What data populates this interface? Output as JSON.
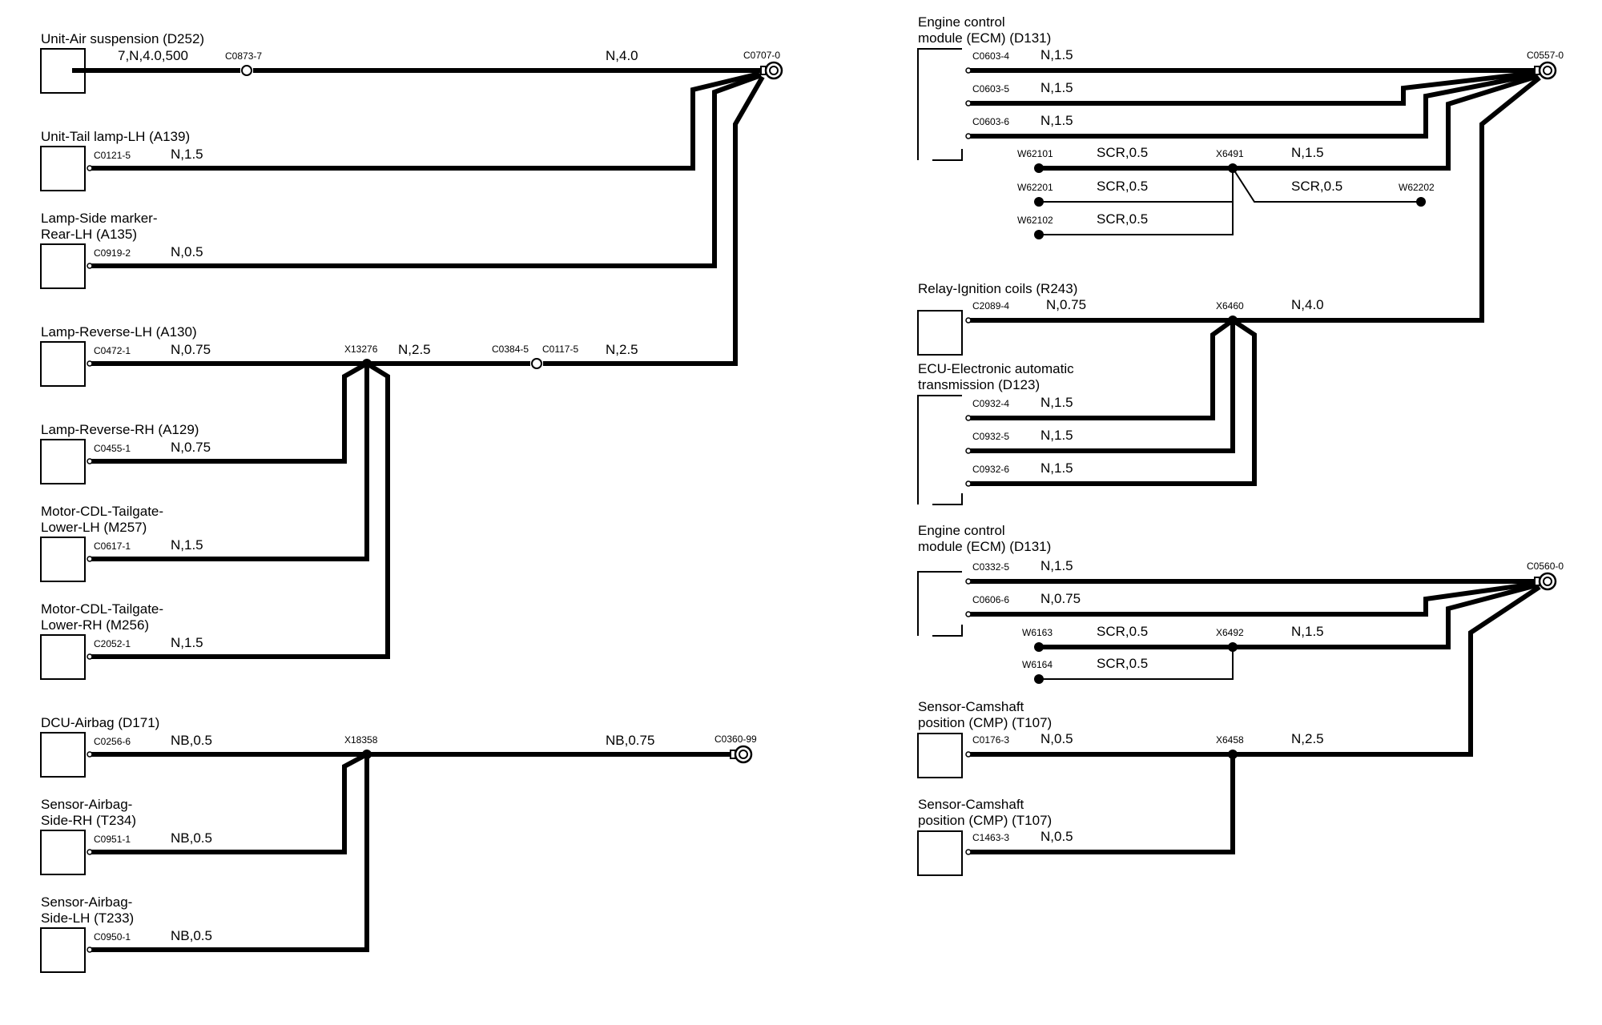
{
  "left": {
    "components": [
      {
        "name": [
          "Unit-Air suspension (D252)"
        ],
        "pin": "",
        "wire": "7,N,4.0,500"
      },
      {
        "name": [
          "Unit-Tail lamp-LH (A139)"
        ],
        "pin": "C0121-5",
        "wire": "N,1.5"
      },
      {
        "name": [
          "Lamp-Side marker-",
          "Rear-LH (A135)"
        ],
        "pin": "C0919-2",
        "wire": "N,0.5"
      },
      {
        "name": [
          "Lamp-Reverse-LH (A130)"
        ],
        "pin": "C0472-1",
        "wire": "N,0.75"
      },
      {
        "name": [
          "Lamp-Reverse-RH (A129)"
        ],
        "pin": "C0455-1",
        "wire": "N,0.75"
      },
      {
        "name": [
          "Motor-CDL-Tailgate-",
          "Lower-LH (M257)"
        ],
        "pin": "C0617-1",
        "wire": "N,1.5"
      },
      {
        "name": [
          "Motor-CDL-Tailgate-",
          "Lower-RH (M256)"
        ],
        "pin": "C2052-1",
        "wire": "N,1.5"
      },
      {
        "name": [
          "DCU-Airbag (D171)"
        ],
        "pin": "C0256-6",
        "wire": "NB,0.5"
      },
      {
        "name": [
          "Sensor-Airbag-",
          "Side-RH (T234)"
        ],
        "pin": "C0951-1",
        "wire": "NB,0.5"
      },
      {
        "name": [
          "Sensor-Airbag-",
          "Side-LH (T233)"
        ],
        "pin": "C0950-1",
        "wire": "NB,0.5"
      }
    ],
    "inline_connectors": [
      "C0873-7",
      "C0384-5",
      "C0117-5"
    ],
    "splices": [
      "X13276",
      "X18358"
    ],
    "grounds": [
      "C0707-0",
      "C0360-99"
    ],
    "extra_wires": [
      "N,4.0",
      "N,2.5",
      "N,2.5",
      "NB,0.75"
    ]
  },
  "right": {
    "components": [
      {
        "name": [
          "Engine control",
          "module (ECM) (D131)"
        ],
        "pins": [
          {
            "pin": "C0603-4",
            "wire": "N,1.5"
          },
          {
            "pin": "C0603-5",
            "wire": "N,1.5"
          },
          {
            "pin": "C0603-6",
            "wire": "N,1.5"
          }
        ]
      },
      {
        "name": [
          "Relay-Ignition coils (R243)"
        ],
        "pins": [
          {
            "pin": "C2089-4",
            "wire": "N,0.75"
          }
        ]
      },
      {
        "name": [
          "ECU-Electronic automatic",
          "transmission (D123)"
        ],
        "pins": [
          {
            "pin": "C0932-4",
            "wire": "N,1.5"
          },
          {
            "pin": "C0932-5",
            "wire": "N,1.5"
          },
          {
            "pin": "C0932-6",
            "wire": "N,1.5"
          }
        ]
      },
      {
        "name": [
          "Engine control",
          "module (ECM) (D131)"
        ],
        "pins": [
          {
            "pin": "C0332-5",
            "wire": "N,1.5"
          },
          {
            "pin": "C0606-6",
            "wire": "N,0.75"
          }
        ]
      },
      {
        "name": [
          "Sensor-Camshaft",
          "position (CMP) (T107)"
        ],
        "pins": [
          {
            "pin": "C0176-3",
            "wire": "N,0.5"
          }
        ]
      },
      {
        "name": [
          "Sensor-Camshaft",
          "position (CMP) (T107)"
        ],
        "pins": [
          {
            "pin": "C1463-3",
            "wire": "N,0.5"
          }
        ]
      }
    ],
    "screens": [
      {
        "id": "W62101",
        "wire": "SCR,0.5"
      },
      {
        "id": "W62201",
        "wire": "SCR,0.5"
      },
      {
        "id": "W62102",
        "wire": "SCR,0.5"
      },
      {
        "id": "W62202",
        "wire": "SCR,0.5"
      },
      {
        "id": "W6163",
        "wire": "SCR,0.5"
      },
      {
        "id": "W6164",
        "wire": "SCR,0.5"
      }
    ],
    "splices": [
      "X6491",
      "X6460",
      "X6492",
      "X6458"
    ],
    "splice_wires": [
      "N,1.5",
      "N,4.0",
      "N,1.5",
      "N,2.5"
    ],
    "grounds": [
      "C0557-0",
      "C0560-0"
    ]
  }
}
